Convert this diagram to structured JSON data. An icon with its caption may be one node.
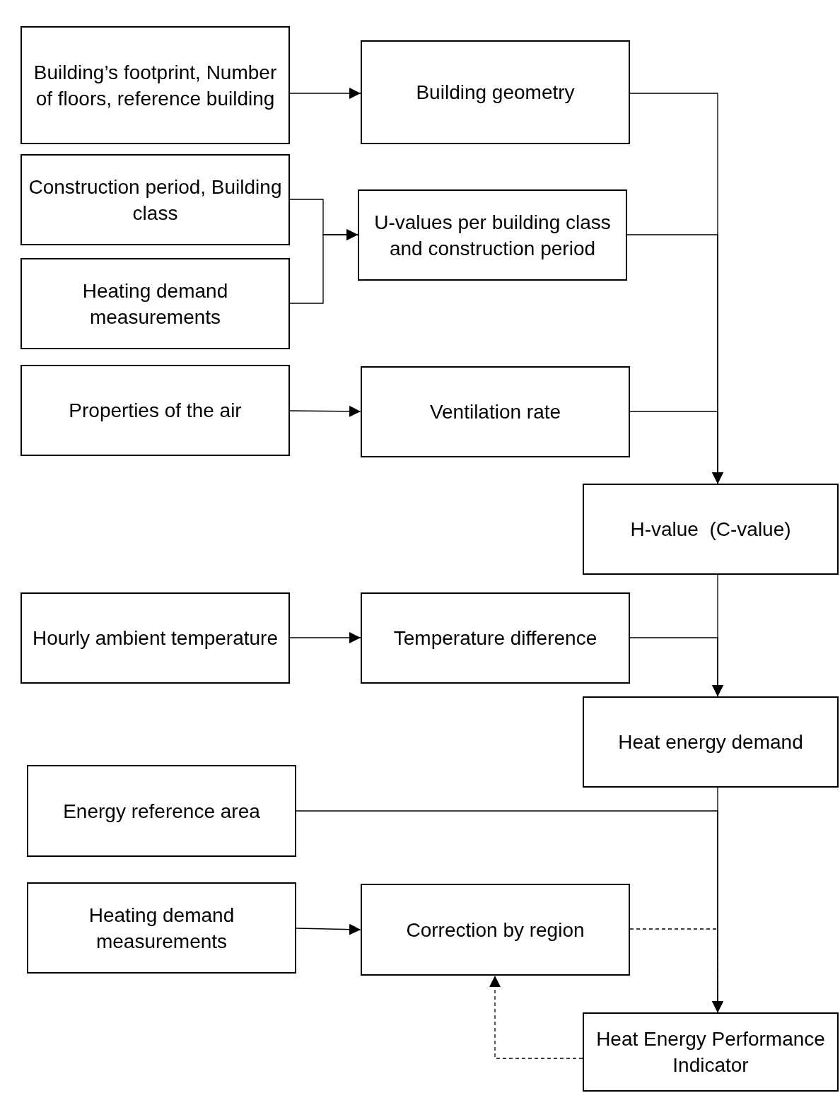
{
  "diagram": {
    "nodes": [
      {
        "text": [
          "Building’s footprint, Number of floors, reference building"
        ]
      },
      {
        "text": [
          "Building geometry"
        ]
      },
      {
        "text": [
          "Construction period, Building class"
        ]
      },
      {
        "text": [
          "Heating demand measurements"
        ]
      },
      {
        "text": [
          "U-values per building class and construction period"
        ]
      },
      {
        "text": [
          "Properties of the air"
        ]
      },
      {
        "text": [
          "Ventilation rate"
        ]
      },
      {
        "text": [
          "H-value  (C-value)"
        ]
      },
      {
        "text": [
          "Hourly ambient temperature"
        ]
      },
      {
        "text": [
          "Temperature difference"
        ]
      },
      {
        "text": [
          "Heat energy demand"
        ]
      },
      {
        "text": [
          "Energy reference area"
        ]
      },
      {
        "text": [
          "Heating demand measurements"
        ]
      },
      {
        "text": [
          "Correction by region"
        ]
      },
      {
        "text": [
          "Heat Energy Performance Indicator"
        ]
      }
    ],
    "edges": [
      {
        "from": 0,
        "to": 1,
        "arrow": "to"
      },
      {
        "from": 2,
        "to": 4,
        "arrow": "to"
      },
      {
        "from": 3,
        "to": 4,
        "arrow": "to"
      },
      {
        "from": 5,
        "to": 6,
        "arrow": "to"
      },
      {
        "from": 1,
        "to": 7,
        "arrow": "to"
      },
      {
        "from": 4,
        "to": 7,
        "arrow": "to"
      },
      {
        "from": 6,
        "to": 7,
        "arrow": "to"
      },
      {
        "from": 8,
        "to": 9,
        "arrow": "to"
      },
      {
        "from": 7,
        "to": 10,
        "arrow": "to"
      },
      {
        "from": 9,
        "to": 10,
        "arrow": "to"
      },
      {
        "from": 10,
        "to": 14,
        "arrow": "to"
      },
      {
        "from": 11,
        "to": 14,
        "arrow": "to"
      },
      {
        "from": 12,
        "to": 13,
        "arrow": "to"
      },
      {
        "from": 13,
        "to": 14,
        "arrow": "to",
        "style": "dashed"
      },
      {
        "from": 14,
        "to": 13,
        "arrow": "to",
        "style": "dashed"
      }
    ]
  }
}
